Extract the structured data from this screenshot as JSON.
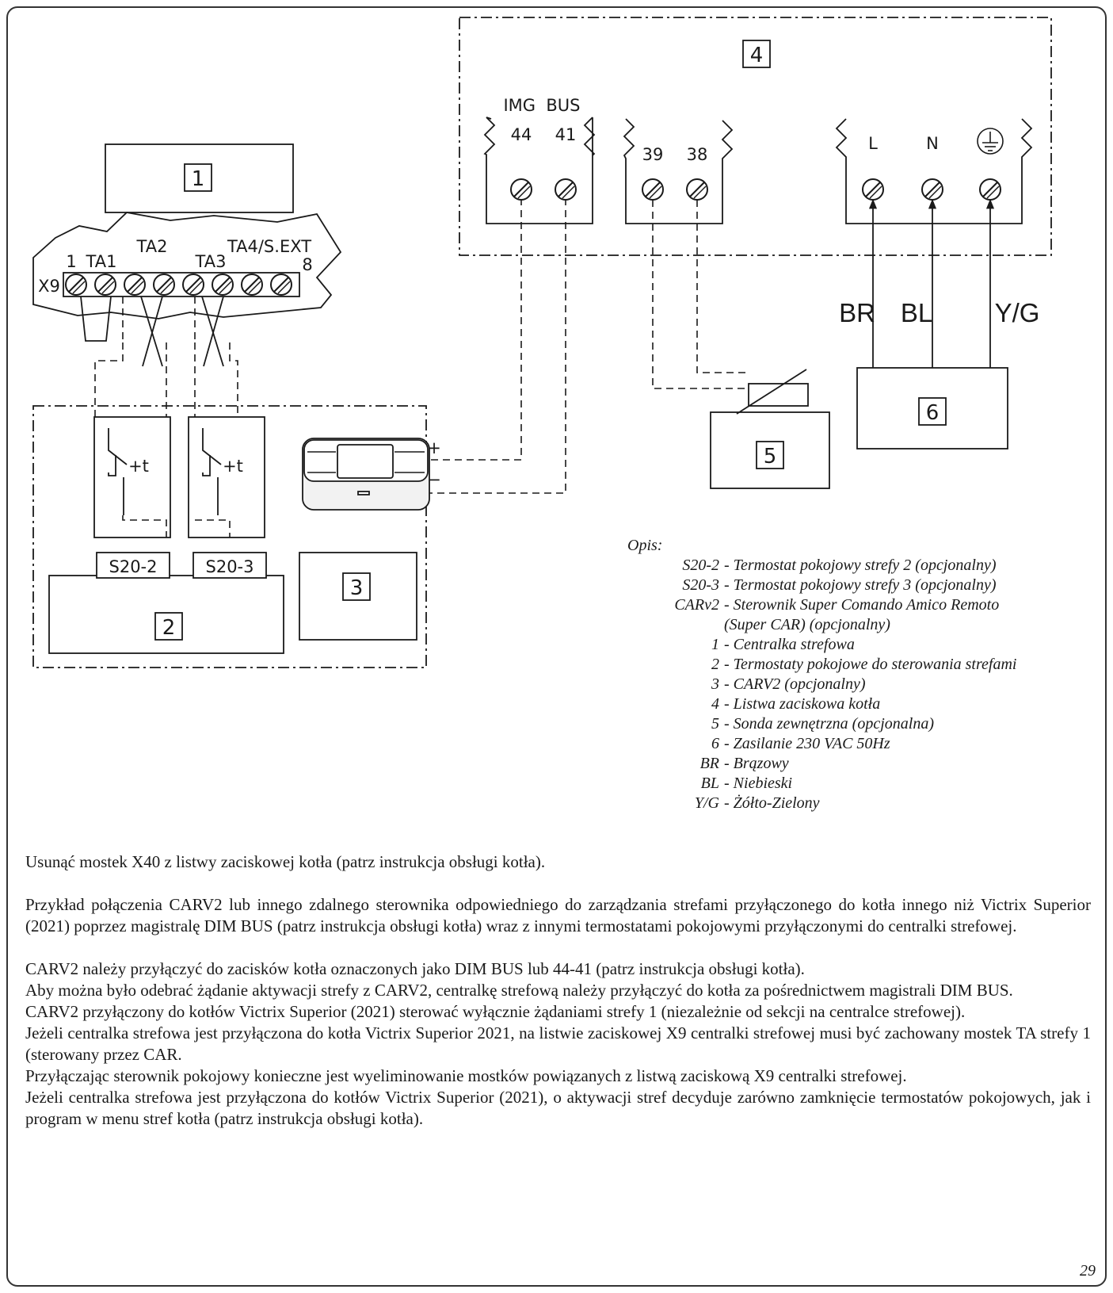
{
  "diagram": {
    "box_labels": [
      "1",
      "2",
      "3",
      "4",
      "5",
      "6"
    ],
    "terminal_group_label": "IMG  BUS",
    "terminals_bus": [
      "44",
      "41"
    ],
    "terminals_probe": [
      "39",
      "38"
    ],
    "terminals_power": [
      "L",
      "N"
    ],
    "zone_strip": {
      "id": "X9",
      "start": "1",
      "end": "8",
      "ta1": "TA1",
      "ta2": "TA2",
      "ta3": "TA3",
      "ta4": "TA4/S.EXT"
    },
    "thermostat_labels": [
      "S20-2",
      "S20-3"
    ],
    "thermostat_symbol": "+t",
    "wire_labels": [
      "BR",
      "BL",
      "Y/G"
    ],
    "polarity": [
      "+",
      "−"
    ]
  },
  "legend": {
    "title": "Opis:",
    "items": [
      {
        "key": "S20-2",
        "desc": "Termostat pokojowy strefy 2 (opcjonalny)"
      },
      {
        "key": "S20-3",
        "desc": "Termostat pokojowy strefy 3 (opcjonalny)"
      },
      {
        "key": "CARv2",
        "desc": "Sterownik Super Comando Amico Remoto"
      },
      {
        "key": "",
        "desc": "(Super CAR) (opcjonalny)"
      },
      {
        "key": "1",
        "desc": "Centralka strefowa"
      },
      {
        "key": "2",
        "desc": "Termostaty pokojowe do sterowania strefami"
      },
      {
        "key": "3",
        "desc": "CARV2 (opcjonalny)"
      },
      {
        "key": "4",
        "desc": "Listwa zaciskowa kotła"
      },
      {
        "key": "5",
        "desc": "Sonda zewnętrzna (opcjonalna)"
      },
      {
        "key": "6",
        "desc": "Zasilanie 230 VAC 50Hz"
      },
      {
        "key": "BR",
        "desc": "Brązowy"
      },
      {
        "key": "BL",
        "desc": "Niebieski"
      },
      {
        "key": "Y/G",
        "desc": "Żółto-Zielony"
      }
    ]
  },
  "text": {
    "p1": "Usunąć mostek X40 z listwy zaciskowej kotła (patrz instrukcja obsługi kotła).",
    "p2": "Przykład połączenia CARV2 lub innego zdalnego sterownika odpowiedniego do zarządzania strefami przyłączonego do kotła innego niż Victrix Superior (2021) poprzez magistralę DIM BUS (patrz instrukcja obsługi kotła) wraz z innymi termostatami pokojowymi przyłączonymi do centralki strefowej.",
    "p3": "CARV2 należy przyłączyć do zacisków kotła oznaczonych jako DIM BUS lub 44-41 (patrz instrukcja obsługi kotła).",
    "p4": "Aby można było odebrać żądanie aktywacji strefy z CARV2, centralkę strefową należy przyłączyć do kotła za pośrednictwem magistrali DIM BUS.",
    "p5": "CARV2 przyłączony do kotłów Victrix Superior (2021) sterować wyłącznie żądaniami strefy 1 (niezależnie od sekcji na centralce strefowej).",
    "p6": "Jeżeli centralka strefowa jest przyłączona do kotła Victrix Superior 2021, na listwie zaciskowej X9 centralki strefowej musi być zachowany mostek TA strefy 1 (sterowany przez CAR.",
    "p7": "Przyłączając sterownik pokojowy konieczne jest wyeliminowanie mostków powiązanych z listwą zaciskową X9 centralki strefowej.",
    "p8": "Jeżeli centralka strefowa jest przyłączona do kotłów Victrix Superior (2021), o aktywacji stref decyduje zarówno zamknięcie termostatów pokojowych, jak i program w menu stref kotła (patrz instrukcja obsługi kotła)."
  },
  "page_number": "29"
}
